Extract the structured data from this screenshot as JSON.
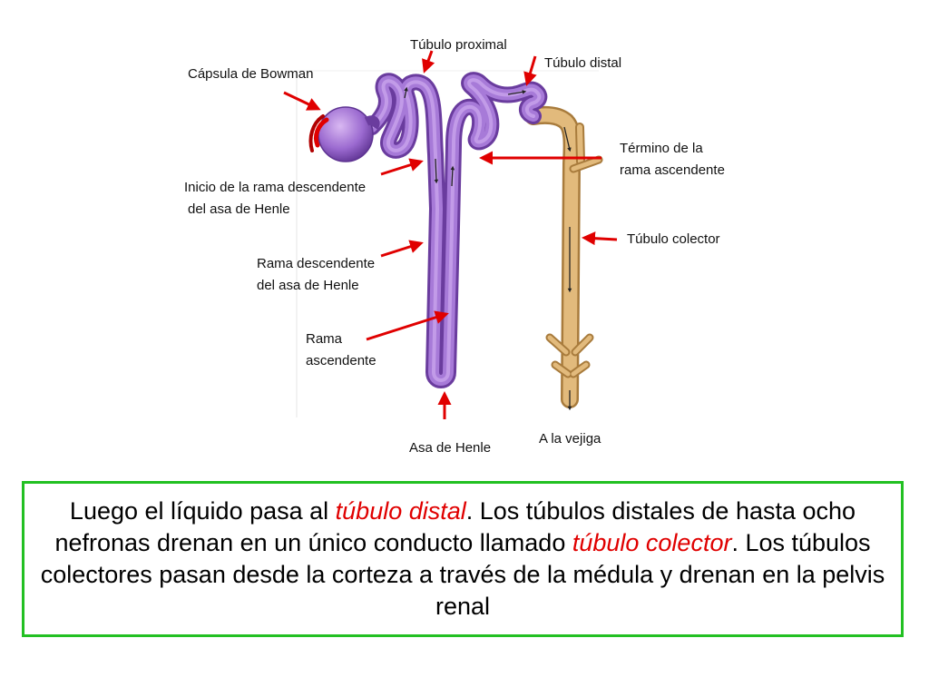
{
  "labels": {
    "tubulo_proximal": "Túbulo proximal",
    "tubulo_distal": "Túbulo distal",
    "capsula_bowman": "Cápsula de Bowman",
    "termino_rama_1": "Término de la",
    "termino_rama_2": "rama ascendente",
    "inicio_rama_1": "Inicio de la rama descendente",
    "inicio_rama_2": "del asa de Henle",
    "tubulo_colector": "Túbulo colector",
    "rama_desc_1": "Rama descendente",
    "rama_desc_2": "del asa de Henle",
    "rama_asc_1": "Rama",
    "rama_asc_2": "ascendente",
    "asa_henle": "Asa de Henle",
    "a_la_vejiga": "A la vejiga"
  },
  "caption": {
    "t1": "Luego el líquido pasa al ",
    "h1": "túbulo distal",
    "t2": ". Los túbulos distales de hasta ocho nefronas drenan en un único conducto llamado ",
    "h2": "túbulo colector",
    "t3": ". Los túbulos colectores pasan desde la corteza a través de la médula y drenan en la pelvis renal"
  },
  "colors": {
    "nephron": "#9b6ad0",
    "nephron_dark": "#6a3c9e",
    "collector": "#e2ba7c",
    "collector_dark": "#a87b3c",
    "arrow": "#e00000",
    "caption_border": "#22c022",
    "highlight": "#e00000"
  }
}
